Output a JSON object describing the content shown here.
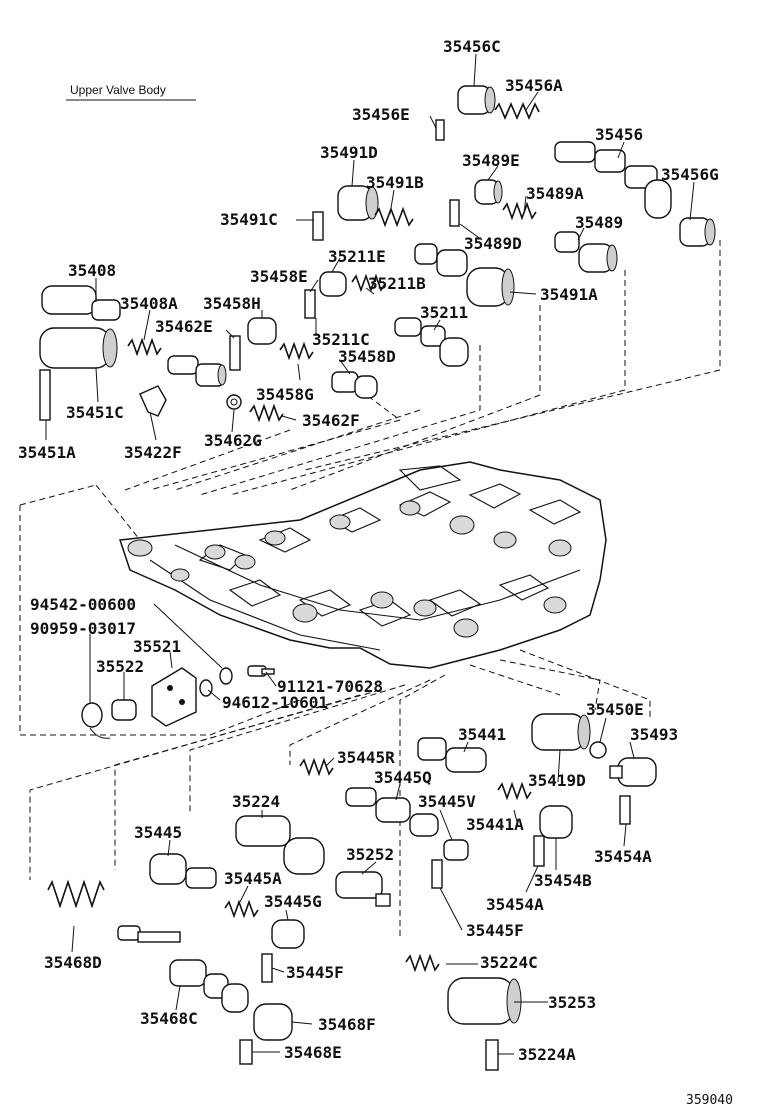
{
  "section_title": "Upper Valve Body",
  "diagram_code": "359040",
  "part_labels": [
    "35456C",
    "35456A",
    "35456E",
    "35456",
    "35456G",
    "35491D",
    "35489E",
    "35491B",
    "35489A",
    "35491C",
    "35489",
    "35489D",
    "35211E",
    "35211B",
    "35491A",
    "35408",
    "35458E",
    "35458H",
    "35408A",
    "35462E",
    "35211",
    "35211C",
    "35458D",
    "35458G",
    "35451C",
    "35462F",
    "35422F",
    "35462G",
    "35451A",
    "94542-00600",
    "90959-03017",
    "35521",
    "35522",
    "91121-70628",
    "94612-10601",
    "35450E",
    "35441",
    "35493",
    "35445R",
    "35445Q",
    "35419D",
    "35445V",
    "35224",
    "35441A",
    "35454A",
    "35445",
    "35252",
    "35454B",
    "35445A",
    "35445G",
    "35454A",
    "35445F",
    "35468D",
    "35445F",
    "35224C",
    "35253",
    "35468C",
    "35468F",
    "35468E",
    "35224A"
  ],
  "icons": [
    "valve-body-icon",
    "valve-spool-icon",
    "spring-icon",
    "plug-icon",
    "sleeve-icon",
    "pin-icon",
    "retainer-icon",
    "gasket-icon",
    "bolt-icon",
    "check-ball-icon",
    "filter-icon"
  ]
}
